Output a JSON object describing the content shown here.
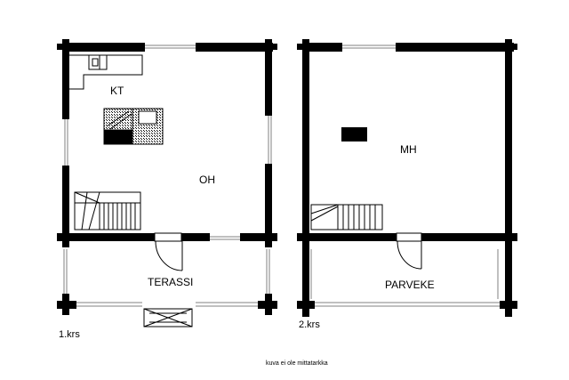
{
  "floor1": {
    "rooms": {
      "kitchen": "KT",
      "living": "OH",
      "terrace": "TERASSI"
    },
    "floor_label": "1.krs"
  },
  "floor2": {
    "rooms": {
      "bedroom": "MH",
      "balcony": "PARVEKE"
    },
    "floor_label": "2.krs"
  },
  "note": "kuva ei ole mittatarkka",
  "colors": {
    "wall": "#000000",
    "thin_line": "#808080",
    "background": "#ffffff"
  }
}
